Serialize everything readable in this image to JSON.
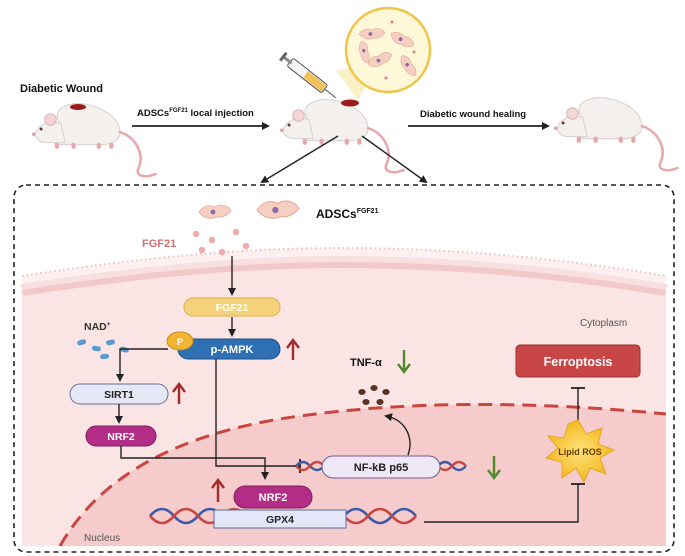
{
  "top": {
    "diabetic_wound": "Diabetic Wound",
    "injection_main": "ADSCs",
    "injection_sup": "FGF21",
    "injection_suffix": " local injection",
    "healing": "Diabetic wound healing"
  },
  "cell": {
    "adscs_main": "ADSCs",
    "adscs_sup": "FGF21",
    "fgf21_secreted": "FGF21",
    "cytoplasm": "Cytoplasm",
    "nucleus": "Nucleus"
  },
  "nodes": {
    "fgf21_receptor": "FGF21",
    "phospho": "P",
    "p_ampk": "p-AMPK",
    "nad_main": "NAD",
    "nad_sup": "+",
    "sirt1": "SIRT1",
    "nrf2_cyto": "NRF2",
    "nrf2_nuc": "NRF2",
    "gpx4": "GPX4",
    "nfkb": "NF-kB p65",
    "tnf": "TNF-α",
    "ferroptosis": "Ferroptosis",
    "lipid_ros": "Lipid ROS"
  },
  "colors": {
    "up_arrow": "#a52a2a",
    "down_arrow": "#4f8a2a",
    "p_ampk": "#2f6fb4",
    "nrf2": "#b32d86",
    "ferroptosis": "#c94646",
    "fgf21": "#f3d27a",
    "lipid_ros": "#f7c43a"
  }
}
